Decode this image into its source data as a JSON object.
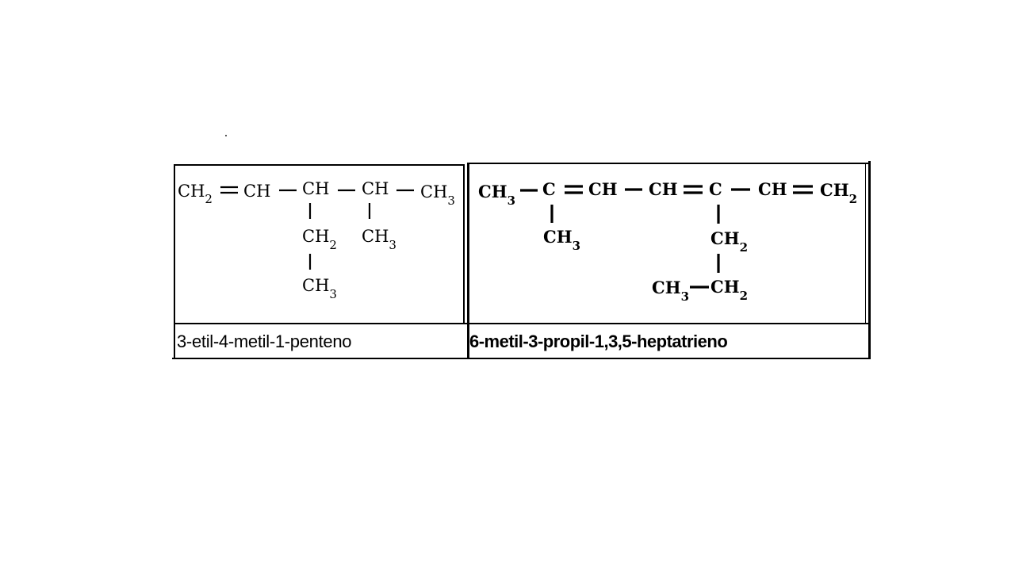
{
  "compounds": [
    {
      "name": "3-etil-4-metil-1-penteno",
      "formula": {
        "c1": "CH",
        "c1_sub": "2",
        "bond_1_2": "═",
        "c2": "CH",
        "bond_2_3": "—",
        "c3": "CH",
        "bond_3_4": "—",
        "c4": "CH",
        "bond_4_5": "—",
        "c5": "CH",
        "c5_sub": "3",
        "branch_ethyl_1": "CH",
        "branch_ethyl_1_sub": "2",
        "branch_ethyl_2": "CH",
        "branch_ethyl_2_sub": "3",
        "branch_methyl": "CH",
        "branch_methyl_sub": "3"
      }
    },
    {
      "name": "6-metil-3-propil-1,3,5-heptatrieno",
      "formula": {
        "c7": "CH",
        "c7_sub": "3",
        "c6": "C",
        "c5": "CH",
        "c4": "CH",
        "c3": "C",
        "c2": "CH",
        "c1": "CH",
        "c1_sub": "2",
        "branch_methyl": "CH",
        "branch_methyl_sub": "3",
        "branch_propyl_1": "CH",
        "branch_propyl_1_sub": "2",
        "branch_propyl_2": "CH",
        "branch_propyl_2_sub": "2",
        "branch_propyl_3": "CH",
        "branch_propyl_3_sub": "3"
      }
    }
  ]
}
